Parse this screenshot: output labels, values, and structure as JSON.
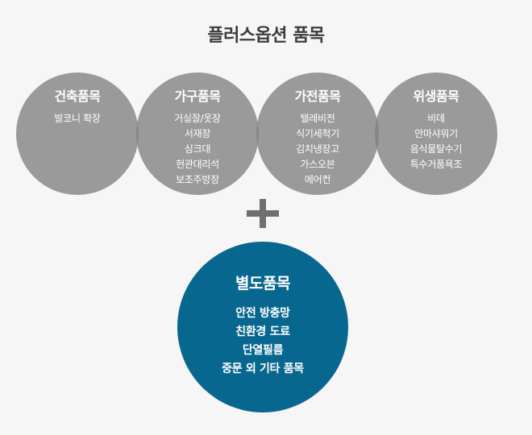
{
  "title": "플러스옵션 품목",
  "categories": [
    {
      "title": "건축품목",
      "items": [
        "발코니 확장"
      ]
    },
    {
      "title": "가구품목",
      "items": [
        "거실잘/옷장",
        "서재장",
        "싱크대",
        "현관대리석",
        "보조주방장"
      ]
    },
    {
      "title": "가전품목",
      "items": [
        "텔레비전",
        "식기세척기",
        "김치냉장고",
        "가스오븐",
        "에어컨"
      ]
    },
    {
      "title": "위생품목",
      "items": [
        "비데",
        "안마샤워기",
        "음식물탈수기",
        "특수거품욕조"
      ]
    }
  ],
  "plus_icon": "plus-icon",
  "separate": {
    "title": "별도품목",
    "items": [
      "안전 방충망",
      "친환경 도료",
      "단열필름",
      "중문 외 기타 품목"
    ]
  },
  "colors": {
    "background": "#f6f6f6",
    "category_circle": "#808080",
    "separate_circle": "#07678f",
    "title_text": "#3c3c3c",
    "plus": "#6f6f6f"
  }
}
